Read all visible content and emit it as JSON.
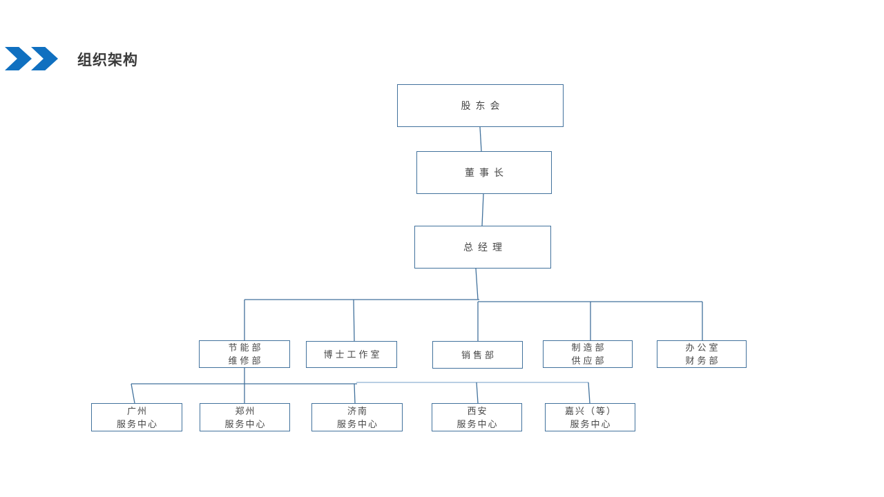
{
  "header": {
    "title": "组织架构",
    "accent_color": "#1070C0"
  },
  "org_chart": {
    "box_border_color": "#41719C",
    "connector_color": "#41719C",
    "connector_color_light": "#8FB0D2",
    "text_color": "#464646",
    "nodes": [
      {
        "id": "shareholders-meeting",
        "line1": "股东会"
      },
      {
        "id": "chairman",
        "line1": "董事长"
      },
      {
        "id": "general-manager",
        "line1": "总经理"
      },
      {
        "id": "energy-maintenance",
        "line1": "节能部",
        "line2": "维修部"
      },
      {
        "id": "doctor-studio",
        "line1": "博士工作室"
      },
      {
        "id": "sales-dept",
        "line1": "销售部"
      },
      {
        "id": "manufacturing-supply",
        "line1": "制造部",
        "line2": "供应部"
      },
      {
        "id": "office-finance",
        "line1": "办公室",
        "line2": "财务部"
      },
      {
        "id": "guangzhou-center",
        "line1": "广州",
        "line2": "服务中心"
      },
      {
        "id": "zhengzhou-center",
        "line1": "郑州",
        "line2": "服务中心"
      },
      {
        "id": "jinan-center",
        "line1": "济南",
        "line2": "服务中心"
      },
      {
        "id": "xian-center",
        "line1": "西安",
        "line2": "服务中心"
      },
      {
        "id": "jiaxing-center",
        "line1": "嘉兴（等）",
        "line2": "服务中心"
      }
    ],
    "structure": {
      "shareholders-meeting": [
        "chairman"
      ],
      "chairman": [
        "general-manager"
      ],
      "general-manager": [
        "energy-maintenance",
        "doctor-studio",
        "sales-dept",
        "manufacturing-supply",
        "office-finance"
      ],
      "energy-maintenance": [
        "guangzhou-center",
        "zhengzhou-center",
        "jinan-center",
        "xian-center",
        "jiaxing-center"
      ]
    }
  }
}
